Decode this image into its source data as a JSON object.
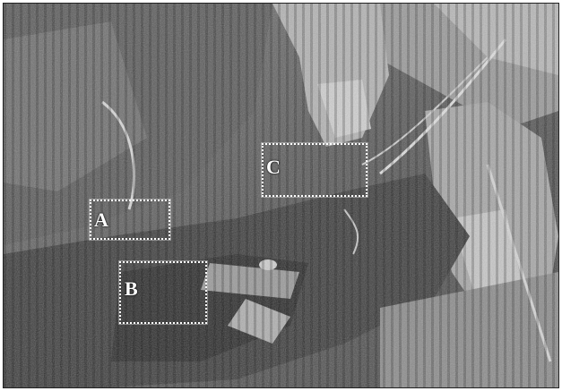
{
  "regions": [
    {
      "id": "a",
      "label": "A"
    },
    {
      "id": "b",
      "label": "B"
    },
    {
      "id": "c",
      "label": "C"
    }
  ],
  "colors": {
    "box_outline": "#ffffff",
    "label_text": "#ffffff"
  }
}
